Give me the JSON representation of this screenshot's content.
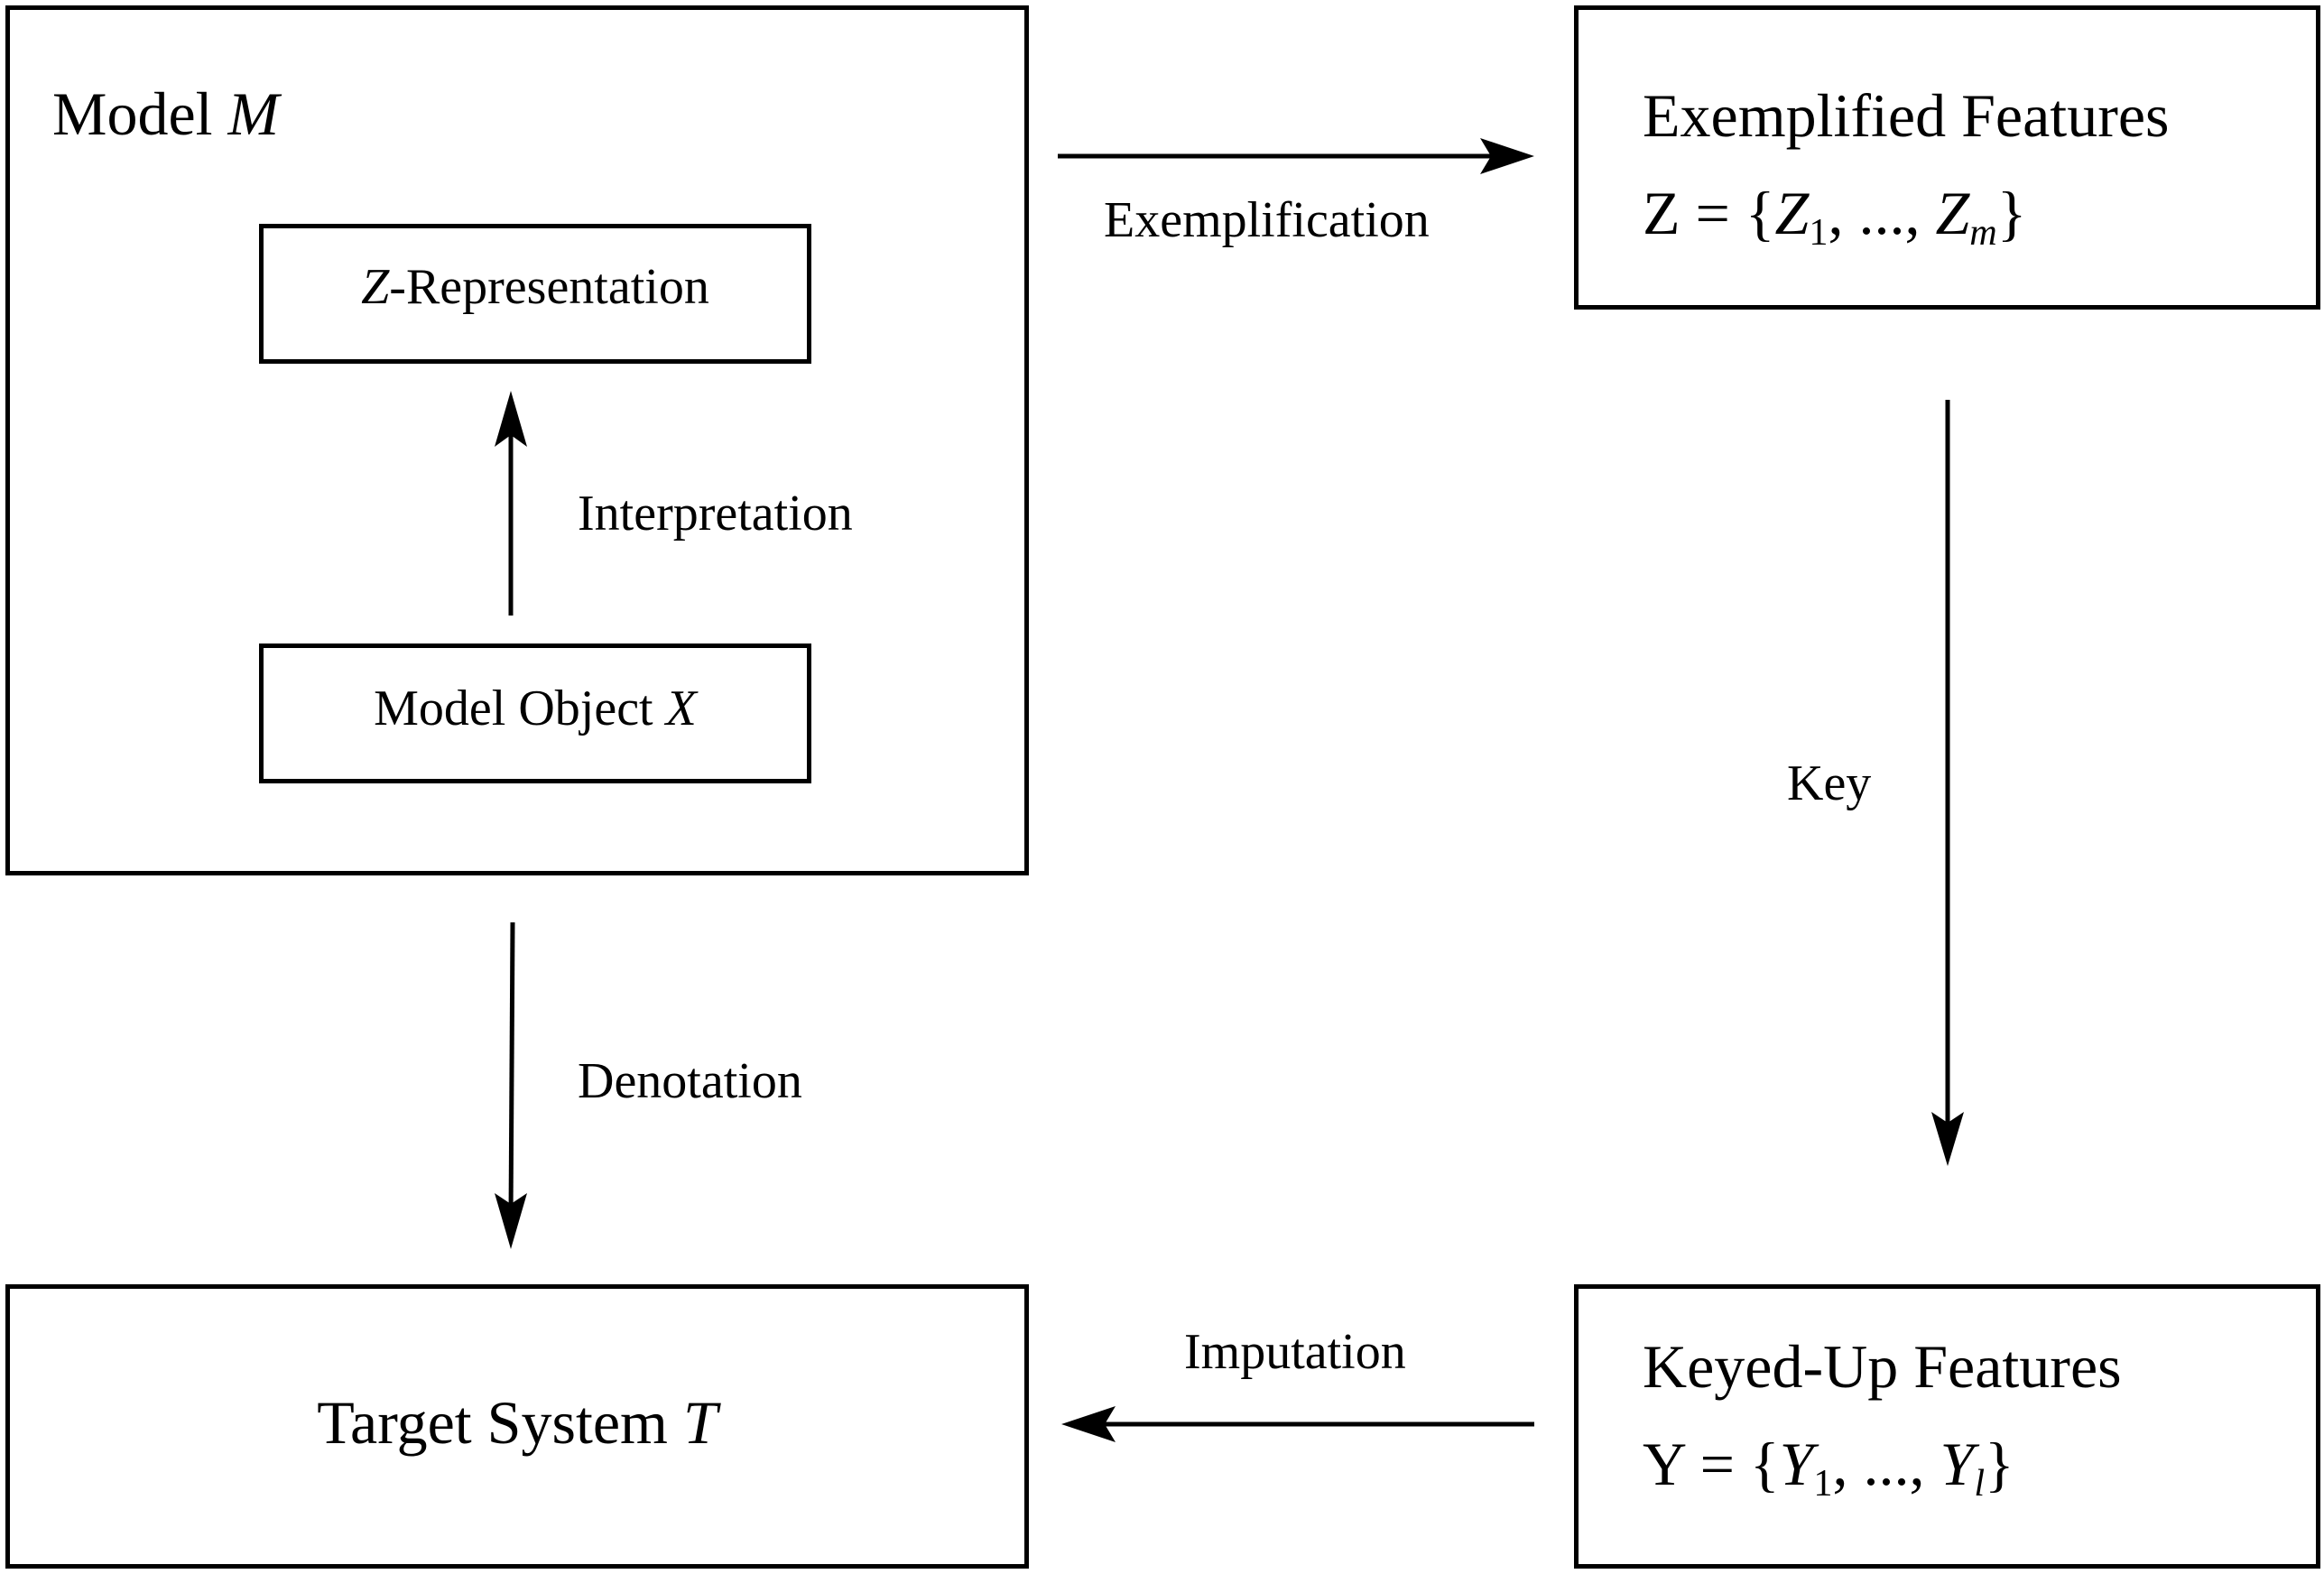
{
  "model_box": {
    "title": "Model ",
    "title_var": "M"
  },
  "z_representation": {
    "var": "Z",
    "text": "-Representation"
  },
  "model_object": {
    "text": "Model Object ",
    "var": "X"
  },
  "exemplified_features": {
    "title": "Exemplified Features",
    "set_name": "Z",
    "set_eq": " = {",
    "first_var": "Z",
    "first_sub": "1",
    "mid": ", ..., ",
    "last_var": "Z",
    "last_sub": "m",
    "close": "}"
  },
  "keyed_up_features": {
    "title": "Keyed-Up Features",
    "set_name": "Y",
    "set_eq": " = {",
    "first_var": "Y",
    "first_sub": "1",
    "mid": ", ..., ",
    "last_var": "Y",
    "last_sub": "l",
    "close": "}"
  },
  "target_system": {
    "text": "Target System ",
    "var": "T"
  },
  "edges": {
    "exemplification": "Exemplification",
    "interpretation": "Interpretation",
    "key": "Key",
    "denotation": "Denotation",
    "imputation": "Imputation"
  }
}
